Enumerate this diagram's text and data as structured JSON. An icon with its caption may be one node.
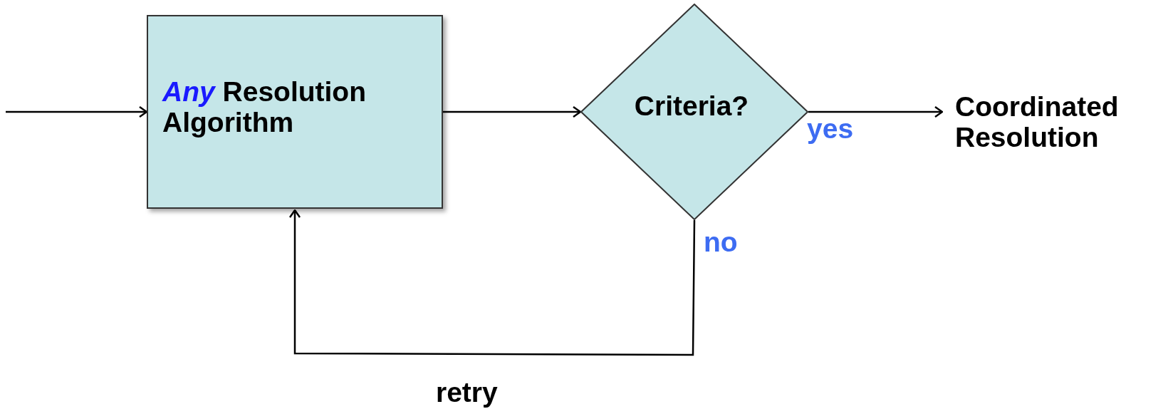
{
  "diagram": {
    "nodes": [
      {
        "text": [
          "*Any* Resolution Algorithm"
        ]
      },
      {
        "text": [
          "Criteria?"
        ]
      },
      {
        "text": [
          "Coordinated Resolution"
        ]
      }
    ],
    "edges": [
      {
        "from": null,
        "to": 0,
        "arrow": "to"
      },
      {
        "from": 0,
        "to": 1,
        "arrow": "to"
      },
      {
        "from": 1,
        "to": 2,
        "arrow": "to",
        "label": "yes"
      },
      {
        "from": 1,
        "to": 0,
        "arrow": "to",
        "label": "retry"
      }
    ],
    "labels": [
      "no"
    ]
  }
}
